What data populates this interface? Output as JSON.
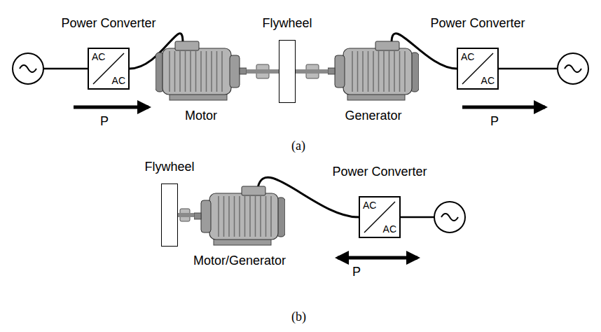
{
  "diagram": {
    "nodes": [
      {
        "text": [
          "Power Converter",
          "AC",
          "AC"
        ]
      },
      {
        "text": [
          "Motor"
        ]
      },
      {
        "text": [
          "Flywheel"
        ]
      },
      {
        "text": [
          "Generator"
        ]
      },
      {
        "text": [
          "Power Converter",
          "AC",
          "AC"
        ]
      },
      {
        "text": [
          "Flywheel"
        ]
      },
      {
        "text": [
          "Motor/Generator"
        ]
      },
      {
        "text": [
          "Power Converter",
          "AC",
          "AC"
        ]
      }
    ],
    "edges": [
      {
        "from": 0,
        "to": 1,
        "arrow": "none"
      },
      {
        "from": 1,
        "to": 2,
        "arrow": "none"
      },
      {
        "from": 2,
        "to": 3,
        "arrow": "none"
      },
      {
        "from": 3,
        "to": 4,
        "arrow": "none"
      },
      {
        "from": 5,
        "to": 6,
        "arrow": "none"
      },
      {
        "from": 6,
        "to": 7,
        "arrow": "none"
      }
    ],
    "labels": [
      "P",
      "P",
      "(a)",
      "P",
      "(b)"
    ]
  }
}
